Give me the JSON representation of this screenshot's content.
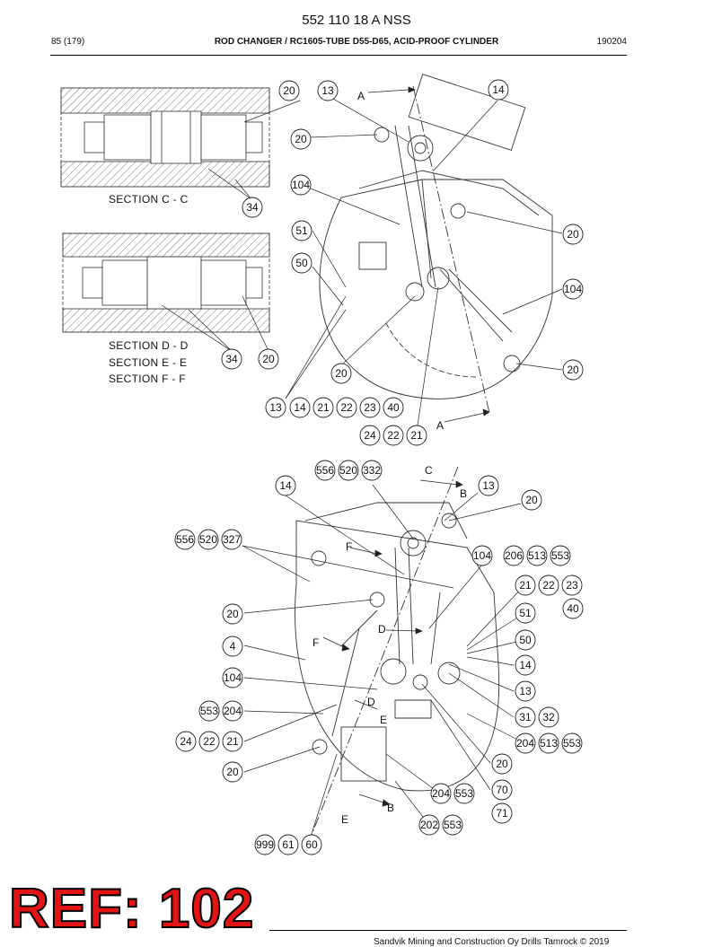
{
  "header": {
    "doc_number": "552 110 18 A NSS",
    "page": "85 (179)",
    "title": "ROD CHANGER / RC1605-TUBE D55-D65, ACID-PROOF CYLINDER",
    "date": "190204"
  },
  "sections": {
    "cc": "SECTION  C - C",
    "dd": "SECTION  D - D",
    "ee": "SECTION  E - E",
    "ff": "SECTION  F - F"
  },
  "view_letters": {
    "a1": "A",
    "a2": "A",
    "b1": "B",
    "b2": "B",
    "c1": "C",
    "d1": "D",
    "d2": "D",
    "e1": "E",
    "e2": "E",
    "f1": "F",
    "f2": "F"
  },
  "callouts": [
    "20",
    "13",
    "14",
    "20",
    "104",
    "34",
    "51",
    "20",
    "50",
    "104",
    "34",
    "20",
    "20",
    "20",
    "13",
    "14",
    "21",
    "22",
    "23",
    "40",
    "24",
    "22",
    "21",
    "556",
    "520",
    "332",
    "14",
    "13",
    "20",
    "556",
    "520",
    "327",
    "104",
    "206",
    "513",
    "553",
    "21",
    "22",
    "23",
    "40",
    "20",
    "51",
    "50",
    "4",
    "14",
    "104",
    "13",
    "553",
    "204",
    "31",
    "32",
    "24",
    "22",
    "21",
    "204",
    "513",
    "553",
    "20",
    "20",
    "204",
    "553",
    "70",
    "71",
    "202",
    "553",
    "999",
    "61",
    "60"
  ],
  "ref_stamp": "REF: 102",
  "footer": {
    "copyright": "Sandvik Mining and Construction Oy Drills Tamrock © 2019"
  }
}
